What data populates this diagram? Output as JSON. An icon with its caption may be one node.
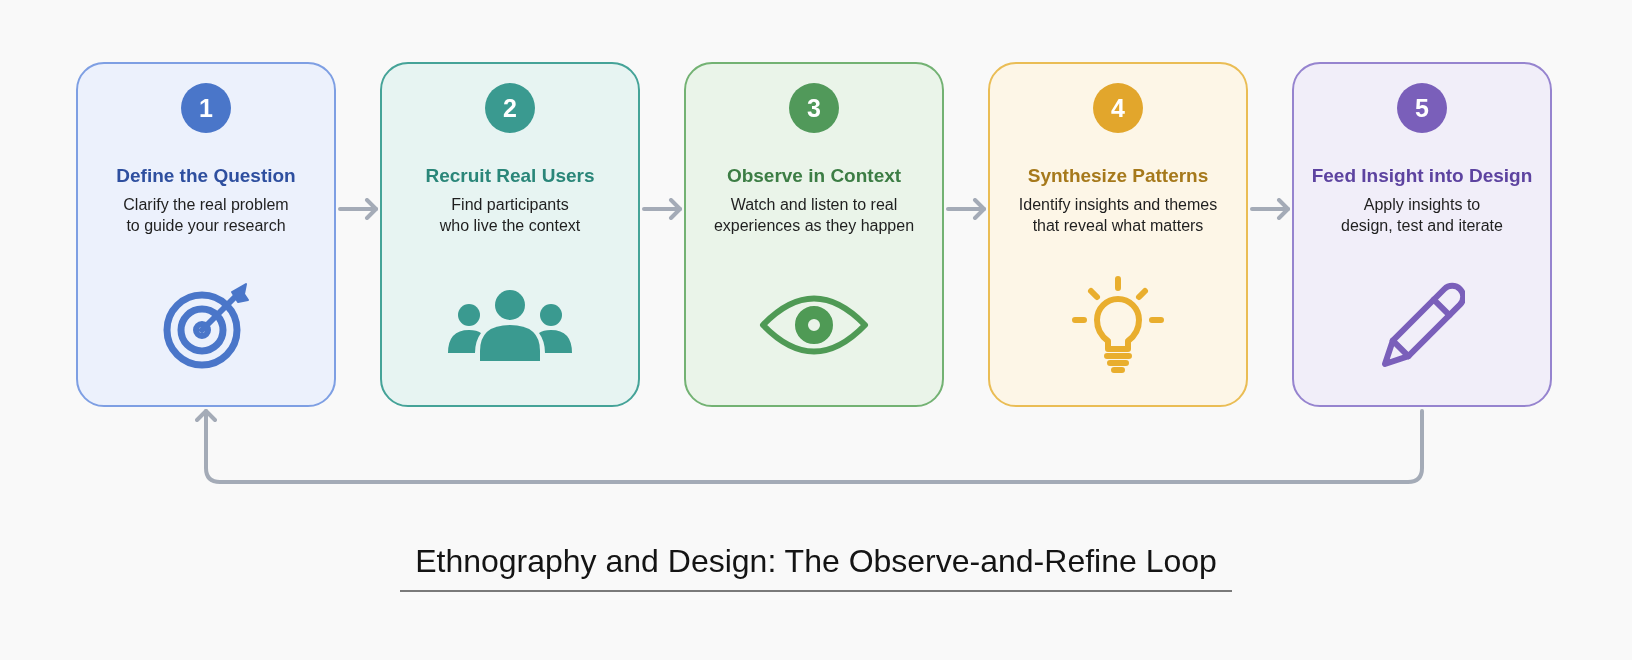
{
  "diagram": {
    "title": "Ethnography and Design: The Observe-and-Refine Loop",
    "nodes": [
      {
        "text": [
          "Define the Question",
          "Clarify the real problem to guide your research"
        ]
      },
      {
        "text": [
          "1"
        ],
        "in": 0
      },
      {
        "text": [
          "Recruit Real Users",
          "Find participants who live the context"
        ]
      },
      {
        "text": [
          "2"
        ],
        "in": 2
      },
      {
        "text": [
          "Observe in Context",
          "Watch and listen to real experiences as they happen"
        ]
      },
      {
        "text": [
          "3"
        ],
        "in": 4
      },
      {
        "text": [
          "Synthesize Patterns",
          "Identify insights and themes that reveal what matters"
        ]
      },
      {
        "text": [
          "4"
        ],
        "in": 6
      },
      {
        "text": [
          "Feed Insight into Design",
          "Apply insights to design, test and iterate"
        ]
      },
      {
        "text": [
          "5"
        ],
        "in": 8
      }
    ],
    "edges": [
      {
        "from": 0,
        "to": 2,
        "arrow": "to"
      },
      {
        "from": 2,
        "to": 4,
        "arrow": "to"
      },
      {
        "from": 4,
        "to": 6,
        "arrow": "to"
      },
      {
        "from": 6,
        "to": 8,
        "arrow": "to"
      },
      {
        "from": 8,
        "to": 0,
        "arrow": "to"
      }
    ]
  }
}
